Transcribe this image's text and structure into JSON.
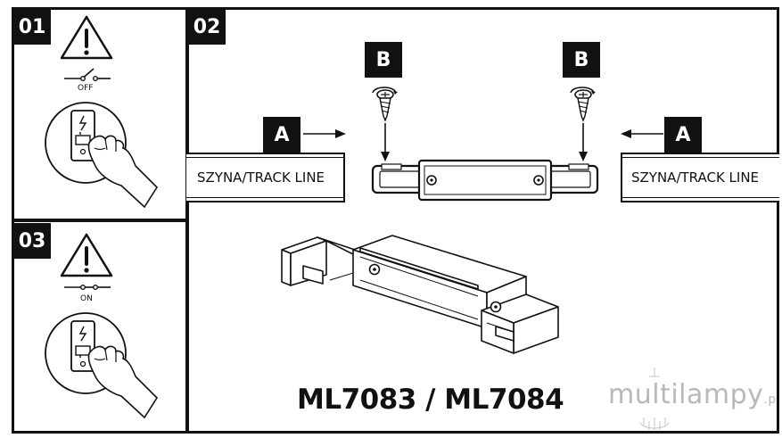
{
  "steps": [
    {
      "number": "01",
      "switch_label": "OFF"
    },
    {
      "number": "02"
    },
    {
      "number": "03",
      "switch_label": "ON"
    }
  ],
  "labels": {
    "a_left": "A",
    "a_right": "A",
    "b_left": "B",
    "b_right": "B",
    "rail_left": "SZYNA/TRACK LINE",
    "rail_right": "SZYNA/TRACK LINE"
  },
  "model": "ML7083 / ML7084",
  "brand": "multilampy",
  "brand_suffix": ".p",
  "icons": [
    "warning-icon",
    "switch-symbol-icon",
    "hand-switch-icon",
    "screw-icon",
    "arrow-icon"
  ]
}
